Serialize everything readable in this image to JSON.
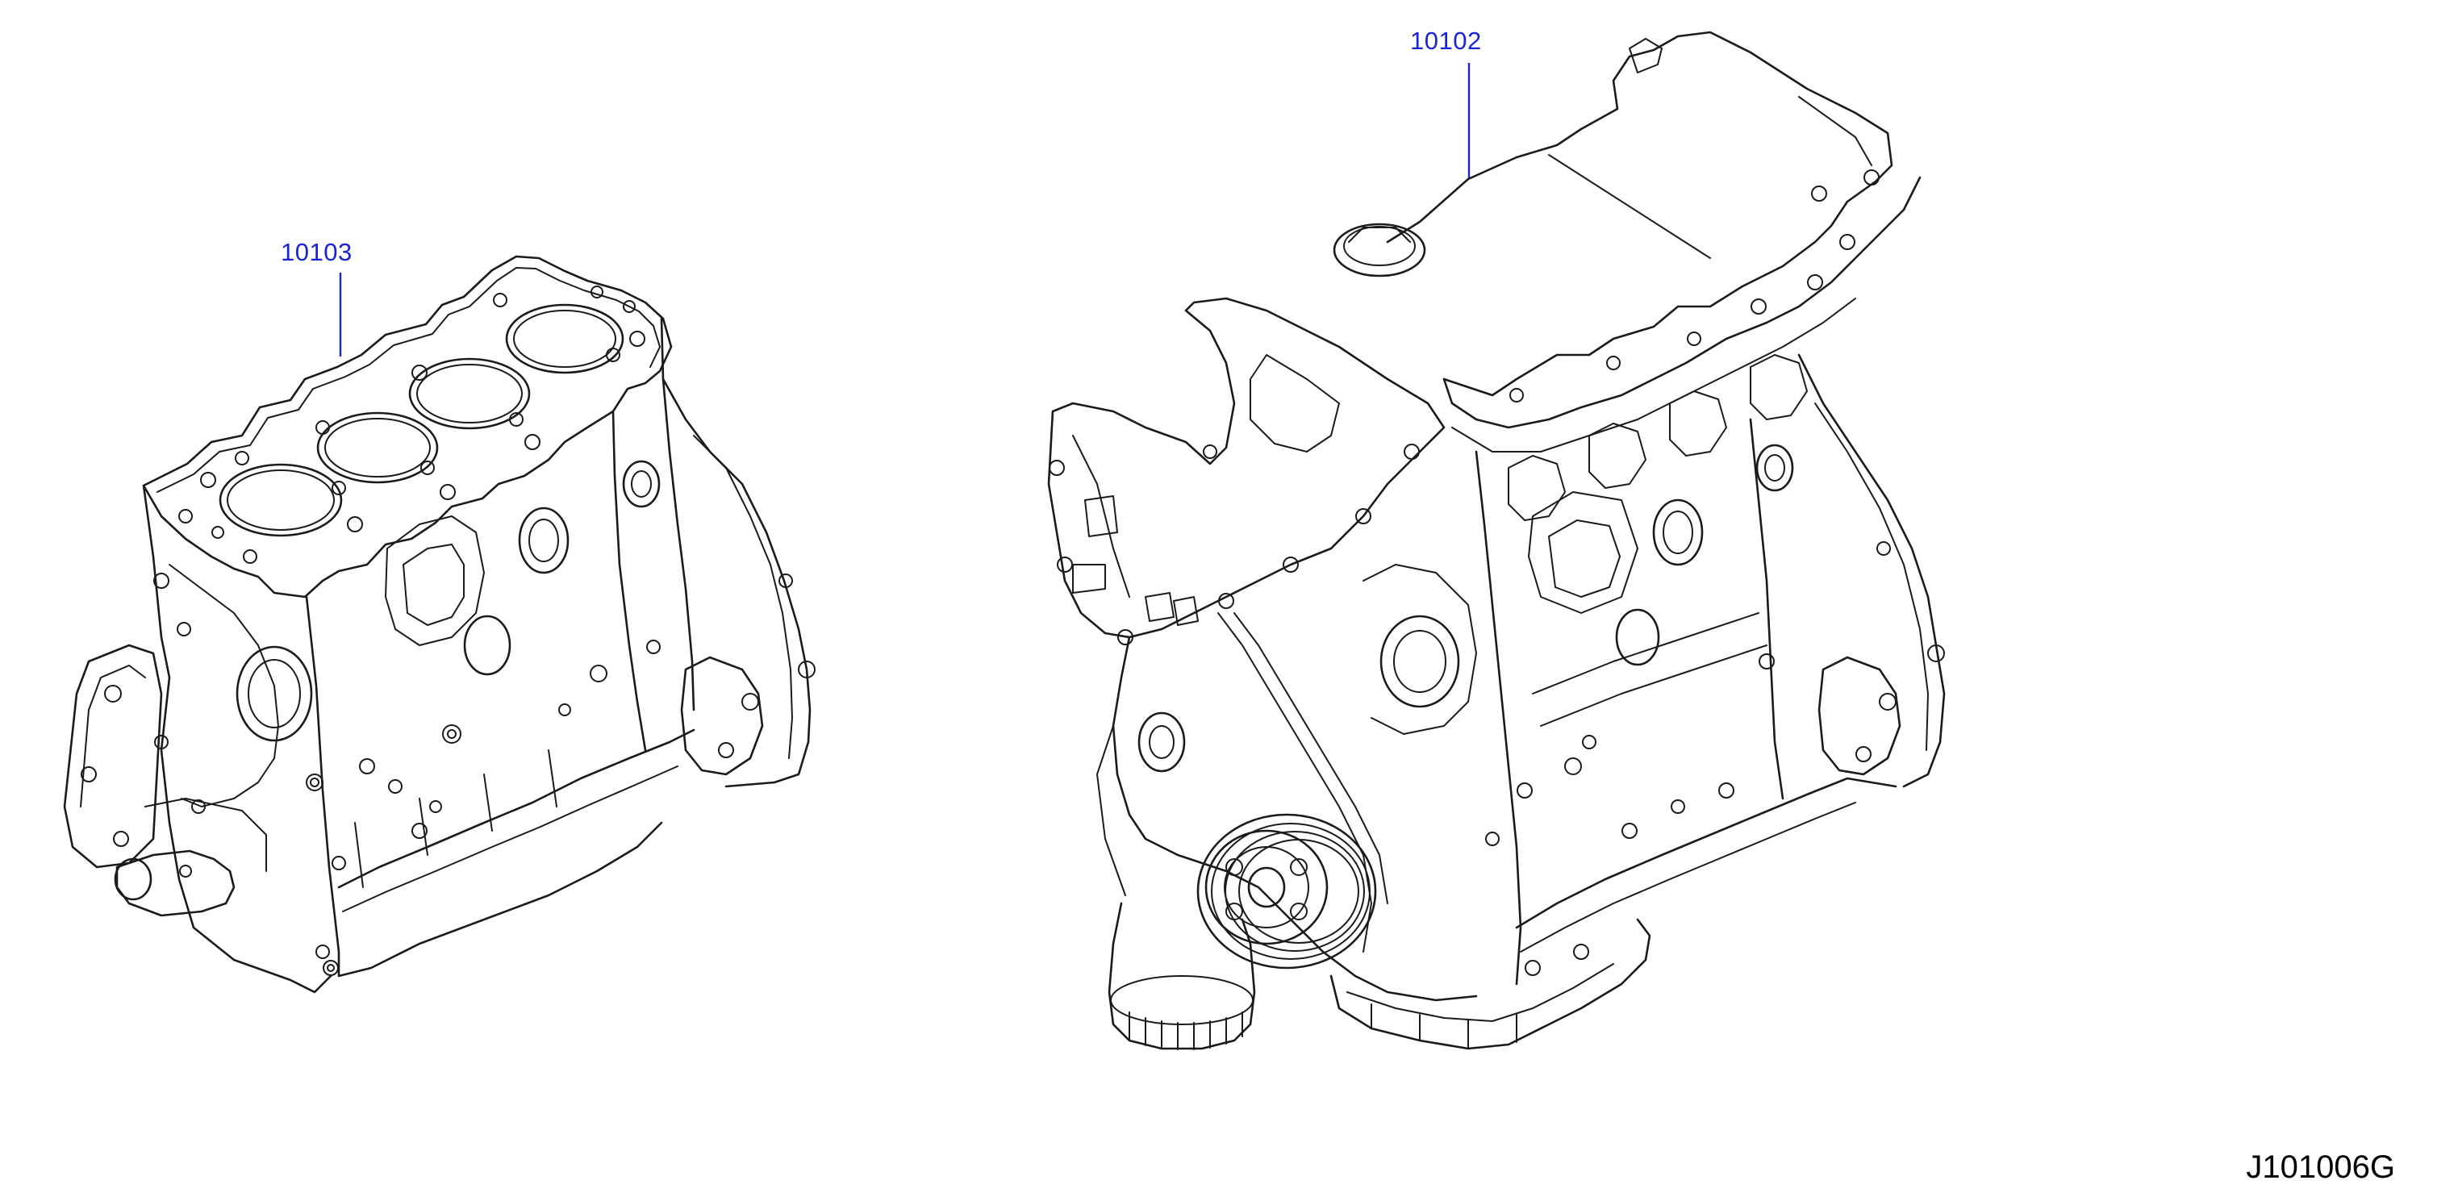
{
  "diagram": {
    "code": "J101006G",
    "parts": [
      {
        "id": "10103"
      },
      {
        "id": "10102"
      }
    ]
  },
  "colors": {
    "callout": "#1a24d6",
    "linework": "#1b1b1b",
    "background": "#ffffff"
  }
}
